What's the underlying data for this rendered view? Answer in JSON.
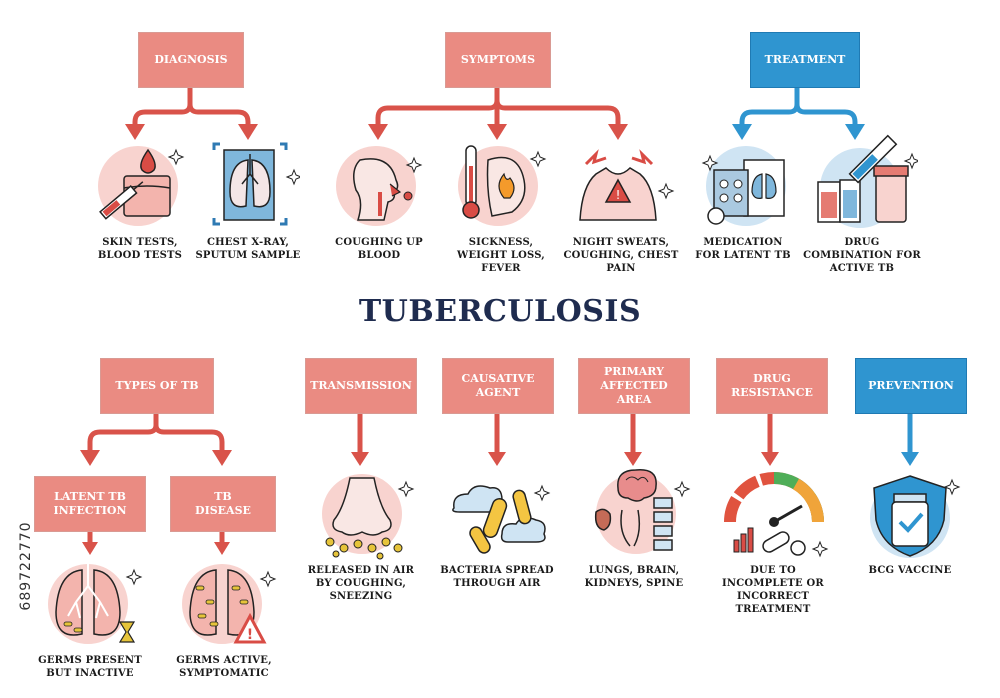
{
  "title": "TUBERCULOSIS",
  "colors": {
    "red_box": "#ea8b82",
    "blue_box": "#2f95d0",
    "arrow_red": "#d9534a",
    "arrow_blue": "#2f95d0",
    "title": "#1f2c4f"
  },
  "categories": {
    "diagnosis": "DIAGNOSIS",
    "symptoms": "SYMPTOMS",
    "treatment": "TREATMENT",
    "types": "TYPES OF TB",
    "transmission": "TRANSMISSION",
    "causative": "CAUSATIVE AGENT",
    "primary": "PRIMARY AFFECTED AREA",
    "drug_resistance": "DRUG RESISTANCE",
    "prevention": "PREVENTION",
    "latent": "LATENT TB INFECTION",
    "disease": "TB DISEASE"
  },
  "captions": {
    "skin_tests": "SKIN TESTS, BLOOD TESTS",
    "chest_xray": "CHEST X-RAY, SPUTUM SAMPLE",
    "coughing_blood": "COUGHING UP BLOOD",
    "sickness": "SICKNESS, WEIGHT LOSS, FEVER",
    "night_sweats": "NIGHT SWEATS, COUGHING, CHEST PAIN",
    "medication_latent": "MEDICATION FOR LATENT TB",
    "drug_combination": "DRUG COMBINATION FOR ACTIVE TB",
    "released_air": "RELEASED IN AIR BY COUGHING, SNEEZING",
    "bacteria_spread": "BACTERIA SPREAD THROUGH AIR",
    "lungs_brain": "LUNGS, BRAIN, KIDNEYS, SPINE",
    "incomplete": "DUE TO INCOMPLETE OR INCORRECT TREATMENT",
    "bcg": "BCG VACCINE",
    "germs_present": "GERMS PRESENT BUT INACTIVE",
    "germs_active": "GERMS ACTIVE, SYMPTOMATIC"
  },
  "stock_id": "689722770",
  "icons": [
    "syringe-skin-icon",
    "lungs-xray-icon",
    "coughing-icon",
    "fever-icon",
    "chest-pain-icon",
    "medication-icon",
    "drug-combination-icon",
    "sneezing-nose-icon",
    "bacteria-cloud-icon",
    "organs-icon",
    "gauge-pills-icon",
    "vaccine-shield-icon",
    "latent-lungs-icon",
    "active-lungs-icon"
  ]
}
